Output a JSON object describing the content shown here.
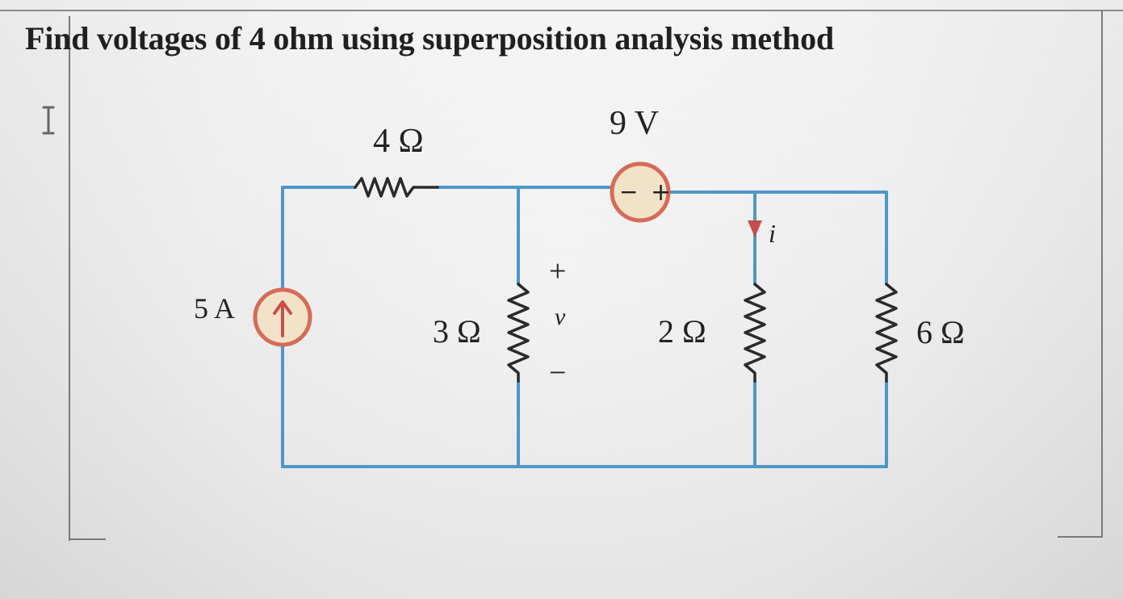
{
  "question": "Find voltages of 4 ohm using superposition analysis method",
  "icons": {
    "text_cursor": "text-cursor-icon",
    "voltage_source": "voltage-source-icon",
    "current_source": "current-source-icon",
    "resistor": "resistor-icon",
    "current_arrow": "current-arrow-icon"
  },
  "circuit": {
    "labels": {
      "r4": "4 Ω",
      "r3": "3 Ω",
      "r2": "2 Ω",
      "r6": "6 Ω",
      "vs": "9 V",
      "cs": "5 A",
      "v": "v",
      "i": "i",
      "plus": "+",
      "minus": "−"
    }
  },
  "colors": {
    "wire": "#4f97c6",
    "source_fill": "#f2e3c8",
    "source_outline": "#d56b58",
    "text": "#202020"
  }
}
